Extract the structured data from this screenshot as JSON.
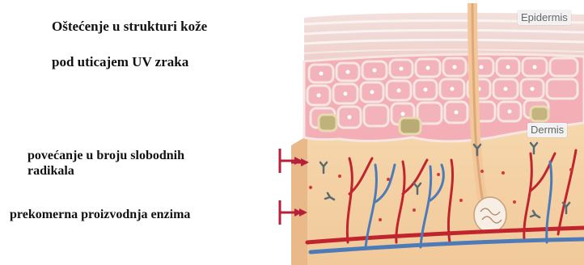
{
  "title": {
    "line1": "Oštećenje u strukturi kože",
    "line2": "pod uticajem UV zraka"
  },
  "annotations": [
    {
      "lines": [
        "povećanje u broju slobodnih",
        "radikala"
      ]
    },
    {
      "lines": [
        "prekomerna proizvodnja enzima"
      ]
    }
  ],
  "skin_labels": {
    "epidermis": "Epidermis",
    "dermis": "Dermis"
  },
  "colors": {
    "marker": "#b5203a",
    "cell_fill": "#f2b3ba",
    "cell_border": "#f7e6e2",
    "dermis": "#f3cfa0",
    "blood_red": "#c0252d",
    "vein_blue": "#4d7bb8"
  }
}
